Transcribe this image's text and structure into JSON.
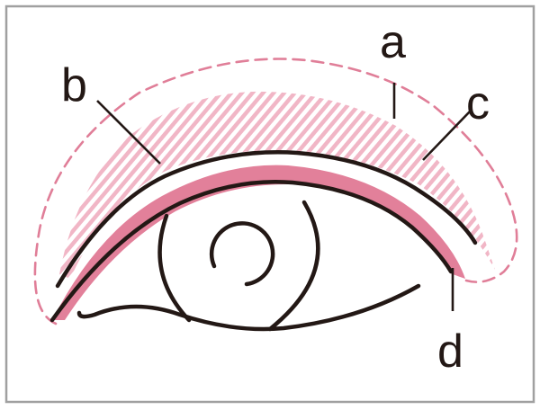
{
  "diagram": {
    "labels": {
      "a": "a",
      "b": "b",
      "c": "c",
      "d": "d"
    }
  },
  "colors": {
    "frame": "#a0a0a0",
    "ink": "#231815",
    "pink": "#e2809a",
    "pink_light": "#f1b6c6",
    "dashed_outline": "#e07e98",
    "background": "#ffffff"
  }
}
